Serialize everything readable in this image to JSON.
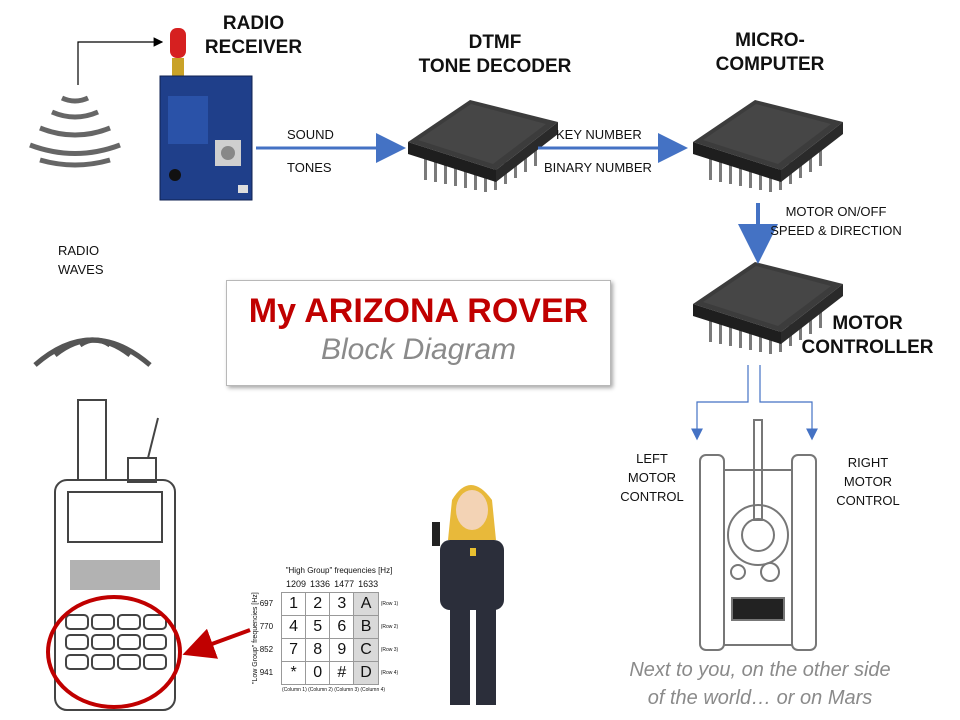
{
  "headings": {
    "radio_receiver": [
      "RADIO",
      "RECEIVER"
    ],
    "dtmf_decoder": [
      "DTMF",
      "TONE DECODER"
    ],
    "microcomputer": [
      "MICRO-",
      "COMPUTER"
    ],
    "motor_controller": [
      "MOTOR",
      "CONTROLLER"
    ]
  },
  "labels": {
    "sound": "SOUND",
    "tones": "TONES",
    "key_number": "KEY NUMBER",
    "binary_number": "BINARY NUMBER",
    "motor_cmd": [
      "MOTOR ON/OFF",
      "SPEED & DIRECTION"
    ],
    "radio_waves": [
      "RADIO",
      "WAVES"
    ],
    "left_motor": [
      "LEFT",
      "MOTOR",
      "CONTROL"
    ],
    "right_motor": [
      "RIGHT",
      "MOTOR",
      "CONTROL"
    ]
  },
  "title": {
    "main": "My ARIZONA ROVER",
    "sub": "Block Diagram"
  },
  "footer_note": [
    "Next to you, on the other side",
    "of the world… or on Mars"
  ],
  "keypad": {
    "header": "\"High Group\" frequencies [Hz]",
    "col_freqs": [
      "1209",
      "1336",
      "1477",
      "1633"
    ],
    "row_axis": "\"Low Group\" frequencies [Hz]",
    "row_freqs": [
      "697",
      "770",
      "852",
      "941"
    ],
    "rows": [
      [
        "1",
        "2",
        "3",
        "A"
      ],
      [
        "4",
        "5",
        "6",
        "B"
      ],
      [
        "7",
        "8",
        "9",
        "C"
      ],
      [
        "*",
        "0",
        "#",
        "D"
      ]
    ],
    "row_labels": [
      "(Row 1)",
      "(Row 2)",
      "(Row 3)",
      "(Row 4)"
    ],
    "col_labels": "(Column 1) (Column 2) (Column 3) (Column 4)"
  },
  "colors": {
    "arrow_blue": "#4472c4",
    "title_red": "#c00000",
    "sub_gray": "#8a8a8a",
    "chip_dark": "#2a2a2a"
  }
}
